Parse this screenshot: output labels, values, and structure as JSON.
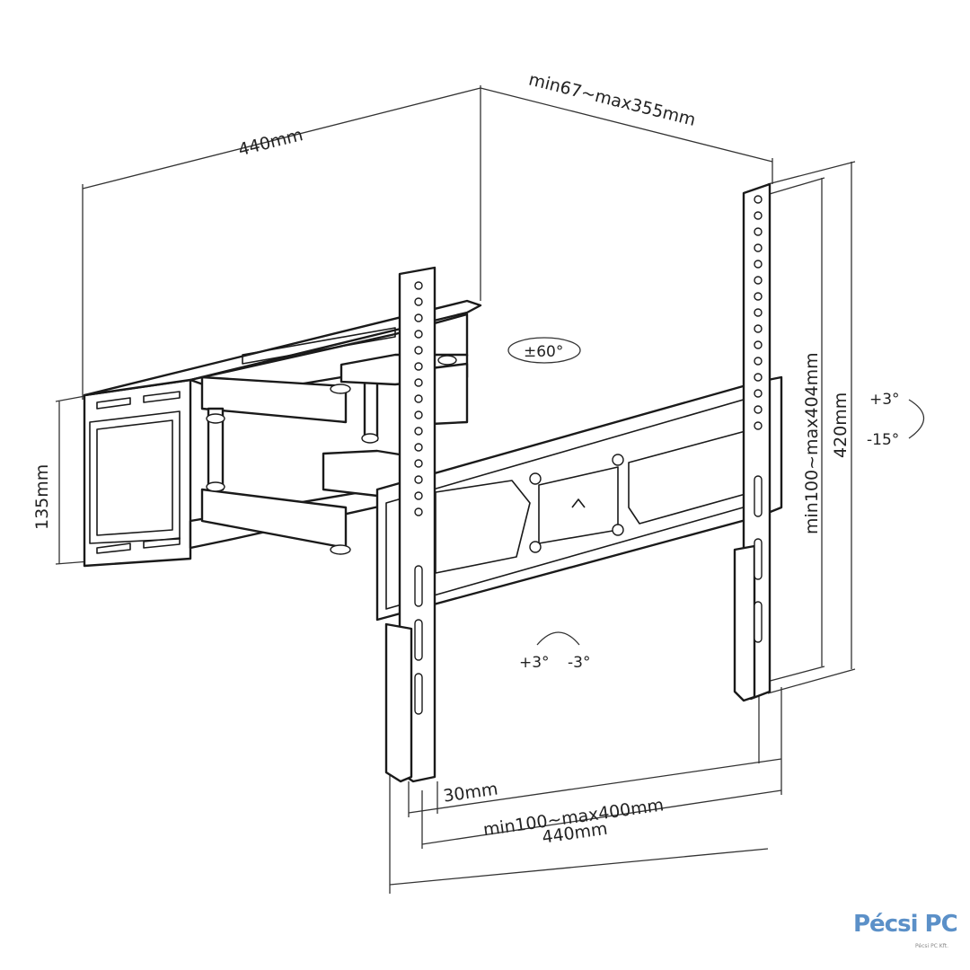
{
  "dimensions": {
    "top_left": "440mm",
    "top_right": "min67~max355mm",
    "left_height": "135mm",
    "right_hole": "min100~max404mm",
    "right_height": "420mm",
    "bottom_offset": "30mm",
    "bottom_holes": "min100~max400mm",
    "bottom_width": "440mm"
  },
  "rotation": {
    "swivel": "±60°",
    "tilt_up": "+3°",
    "tilt_down": "-15°",
    "level_plus": "+3°",
    "level_minus": "-3°"
  },
  "logo": {
    "brand": "Pécsi PC",
    "subtitle": "Pécsi PC Kft."
  },
  "colors": {
    "line": "#1a1a1a",
    "logo": "#5b90c8"
  }
}
